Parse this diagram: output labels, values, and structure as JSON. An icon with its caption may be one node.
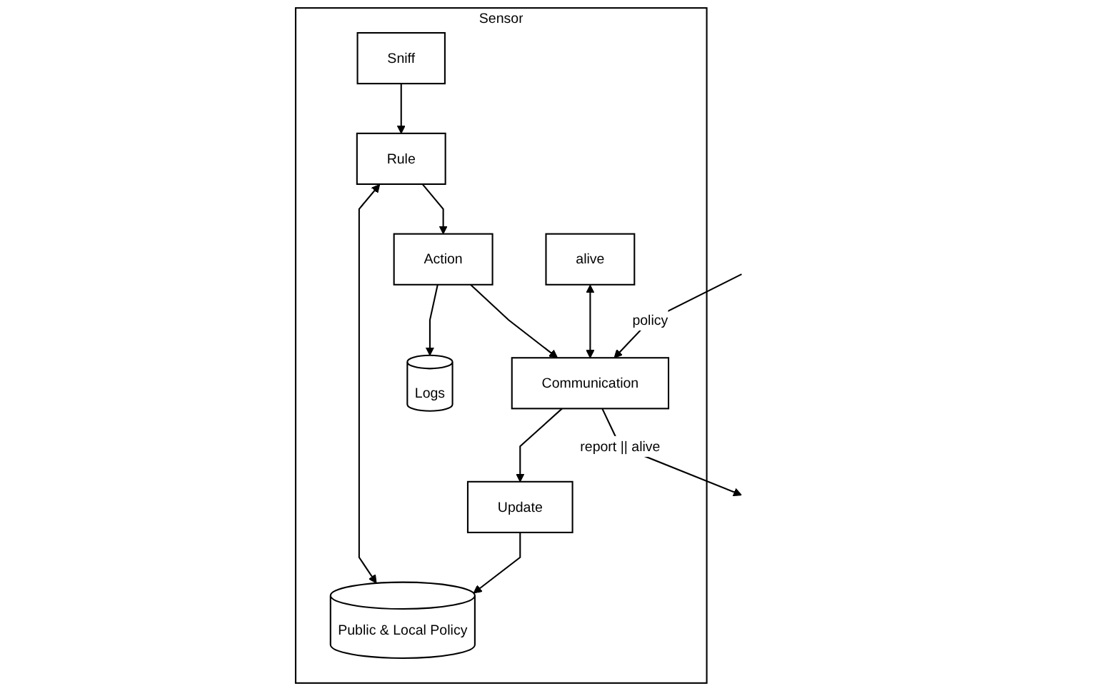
{
  "diagram": {
    "nodes": [
      {
        "text": [
          "Sensor"
        ]
      },
      {
        "text": [
          "alive"
        ],
        "in": 0
      },
      {
        "text": [
          "Communication"
        ],
        "in": 0
      },
      {
        "text": [
          "Action"
        ],
        "in": 0
      },
      {
        "text": [
          "Update"
        ],
        "in": 0
      },
      {
        "text": [
          "Logs"
        ],
        "in": 0
      },
      {
        "text": [
          "Rule"
        ],
        "in": 0
      },
      {
        "text": [
          "Public & Local Policy"
        ],
        "in": 0
      },
      {
        "text": [
          "Sniff"
        ],
        "in": 0
      }
    ],
    "edges": [
      {
        "from": 2,
        "to": null,
        "arrow": "to",
        "label": "report || alive"
      },
      {
        "from": null,
        "to": 2,
        "arrow": "to",
        "label": "policy"
      },
      {
        "from": 1,
        "to": 2,
        "arrow": "both"
      },
      {
        "from": 3,
        "to": 2,
        "arrow": "to"
      },
      {
        "from": 2,
        "to": 4,
        "arrow": "to"
      },
      {
        "from": 3,
        "to": 5,
        "arrow": "to"
      },
      {
        "from": 4,
        "to": 7,
        "arrow": "to"
      },
      {
        "from": 6,
        "to": 3,
        "arrow": "to"
      },
      {
        "from": 6,
        "to": 7,
        "arrow": "both"
      },
      {
        "from": 8,
        "to": 6,
        "arrow": "to"
      }
    ]
  }
}
